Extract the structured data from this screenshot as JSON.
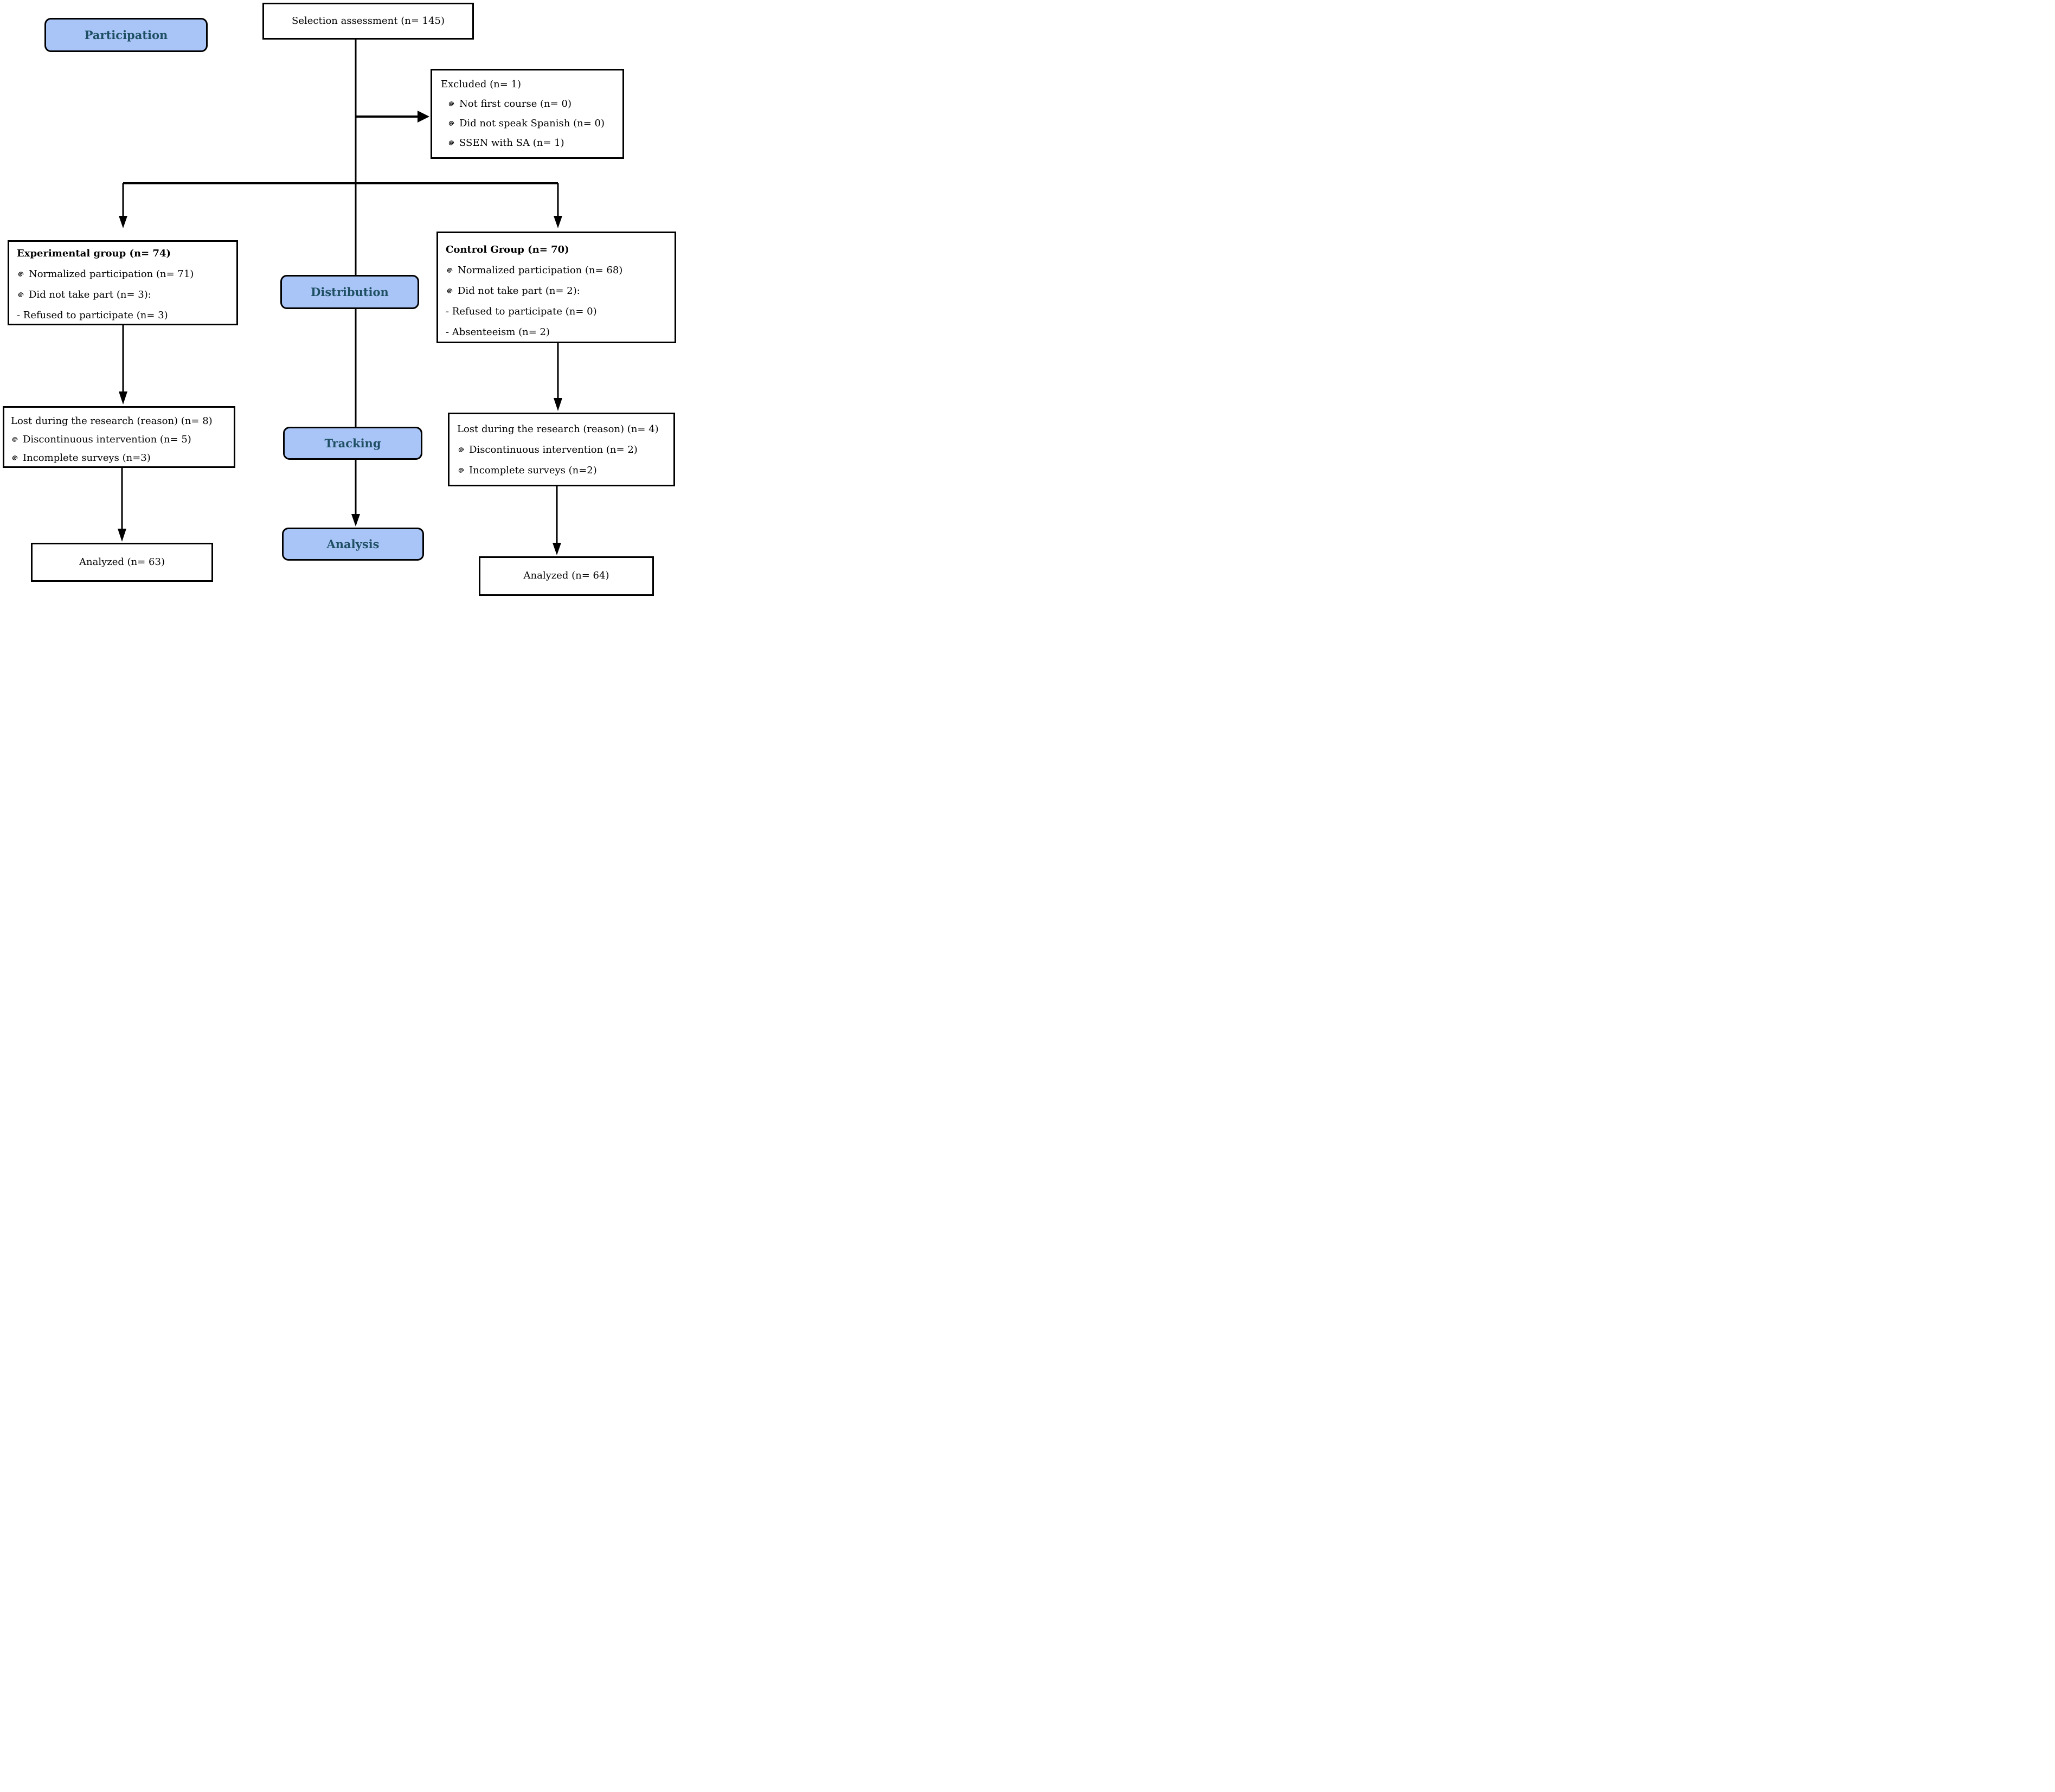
{
  "palette": {
    "stage_box_fill": "#A9C5F7",
    "stage_box_text": "#1E4F63",
    "box_border": "#000000",
    "line_color": "#000000",
    "background": "#FFFFFF"
  },
  "icons": {
    "bullet": "spiral-bullet"
  },
  "stages": {
    "participation": "Participation",
    "distribution": "Distribution",
    "tracking": "Tracking",
    "analysis": "Analysis"
  },
  "selection": {
    "text": "Selection assessment (n= 145)"
  },
  "excluded": {
    "title": "Excluded (n= 1)",
    "items": [
      {
        "bullet": "spiral",
        "text": "Not first course (n= 0)"
      },
      {
        "bullet": "spiral",
        "text": "Did not speak Spanish (n= 0)"
      },
      {
        "bullet": "spiral",
        "text": "SSEN with SA (n= 1)"
      }
    ]
  },
  "experimental": {
    "title": "Experimental group (n= 74)",
    "items": [
      {
        "bullet": "spiral",
        "text": "Normalized participation (n= 71)"
      },
      {
        "bullet": "spiral",
        "text": "Did not take part (n= 3):"
      },
      {
        "bullet": "none",
        "text": "- Refused to participate (n= 3)"
      }
    ]
  },
  "control": {
    "title": "Control Group (n= 70)",
    "items": [
      {
        "bullet": "spiral",
        "text": "Normalized participation (n= 68)"
      },
      {
        "bullet": "spiral",
        "text": "Did not take part (n= 2):"
      },
      {
        "bullet": "none",
        "text": "- Refused to participate (n= 0)"
      },
      {
        "bullet": "none",
        "text": "- Absenteeism (n= 2)"
      }
    ]
  },
  "lost_left": {
    "title": "Lost during the research (reason) (n= 8)",
    "items": [
      {
        "bullet": "spiral",
        "text": "Discontinuous intervention (n= 5)"
      },
      {
        "bullet": "spiral",
        "text": "Incomplete surveys (n=3)"
      }
    ]
  },
  "lost_right": {
    "title": "Lost during the research (reason) (n= 4)",
    "items": [
      {
        "bullet": "spiral",
        "text": "Discontinuous intervention (n= 2)"
      },
      {
        "bullet": "spiral",
        "text": "Incomplete surveys (n=2)"
      }
    ]
  },
  "analyzed_left": {
    "text": "Analyzed (n= 63)"
  },
  "analyzed_right": {
    "text": "Analyzed (n= 64)"
  }
}
